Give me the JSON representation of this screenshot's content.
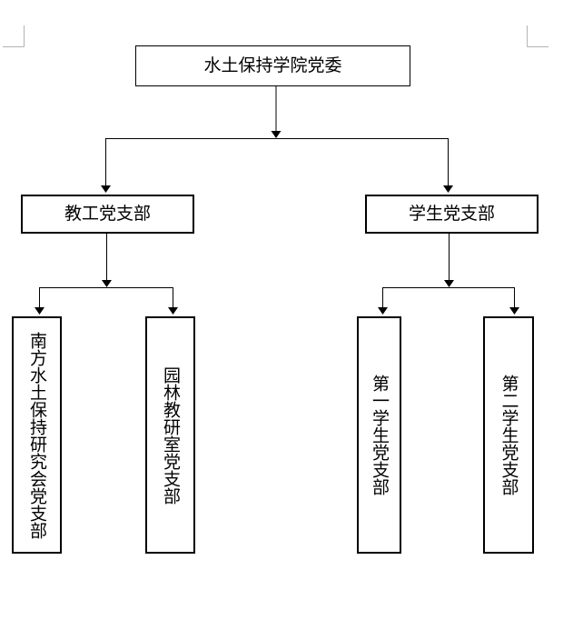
{
  "page": {
    "background": "#ffffff",
    "margin_mark_color": "#b3b3b3"
  },
  "org_chart": {
    "type": "tree",
    "line_color": "#000000",
    "box_border_color": "#000000",
    "text_color": "#000000",
    "root": {
      "label": "水土保持学院党委"
    },
    "branches": [
      {
        "label": "教工党支部",
        "children": [
          {
            "label": "南方水土保持研究会党支部"
          },
          {
            "label": "园林教研室党支部"
          }
        ]
      },
      {
        "label": "学生党支部",
        "children": [
          {
            "label": "第一学生党支部"
          },
          {
            "label": "第二学生党支部"
          }
        ]
      }
    ]
  }
}
